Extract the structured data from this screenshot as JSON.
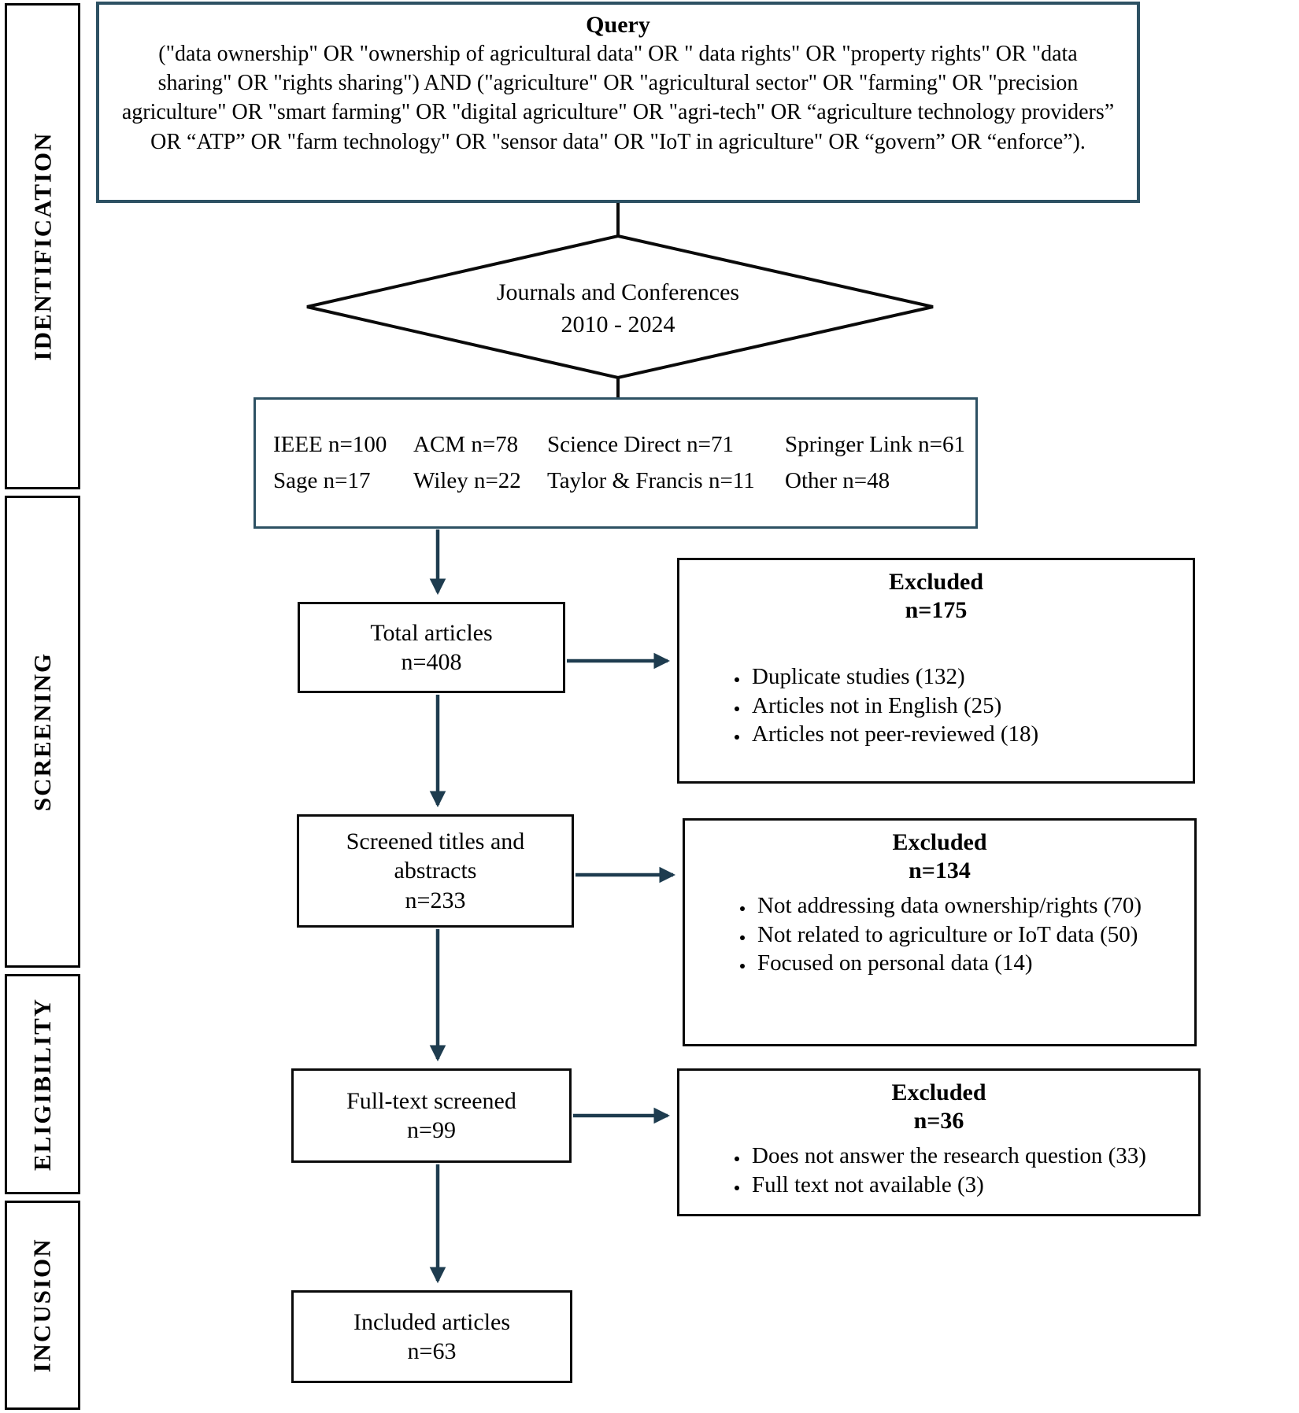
{
  "side_labels": {
    "identification": "IDENTIFICATION",
    "screening": "SCREENING",
    "eligibility": "ELIGIBILITY",
    "inclusion": "INCUSION"
  },
  "query": {
    "title": "Query",
    "text": "(\"data ownership\" OR \"ownership of agricultural data\" OR \" data rights\" OR \"property rights\" OR \"data sharing\" OR \"rights sharing\") AND (\"agriculture\" OR \"agricultural sector\" OR \"farming\" OR \"precision agriculture\" OR \"smart farming\" OR \"digital agriculture\" OR \"agri-tech\" OR “agriculture technology providers” OR “ATP” OR \"farm technology\" OR \"sensor data\" OR \"IoT in agriculture\" OR “govern” OR “enforce”)."
  },
  "diamond": {
    "line1": "Journals and Conferences",
    "line2": "2010  - 2024"
  },
  "databases": {
    "row1": [
      "IEEE n=100",
      "ACM n=78",
      "Science Direct n=71",
      "Springer Link n=61"
    ],
    "row2": [
      "Sage n=17",
      "Wiley n=22",
      "Taylor & Francis n=11",
      "Other n=48"
    ]
  },
  "flow": {
    "total": {
      "label": "Total articles",
      "count": "n=408"
    },
    "screened": {
      "label": "Screened titles and abstracts",
      "count": "n=233"
    },
    "fulltext": {
      "label": "Full-text screened",
      "count": "n=99"
    },
    "included": {
      "label": "Included articles",
      "count": "n=63"
    }
  },
  "excluded": [
    {
      "title": "Excluded",
      "count": "n=175",
      "reasons": [
        "Duplicate studies (132)",
        "Articles not in English (25)",
        "Articles not peer-reviewed (18)"
      ]
    },
    {
      "title": "Excluded",
      "count": "n=134",
      "reasons": [
        "Not addressing data ownership/rights (70)",
        "Not related to agriculture or IoT data (50)",
        "Focused on personal data (14)"
      ]
    },
    {
      "title": "Excluded",
      "count": "n=36",
      "reasons": [
        "Does not answer the research question (33)",
        "Full text not available (3)"
      ]
    }
  ],
  "colors": {
    "teal_border": "#2d5163",
    "arrow_color": "#1e3c4f",
    "box_border": "#000000"
  }
}
